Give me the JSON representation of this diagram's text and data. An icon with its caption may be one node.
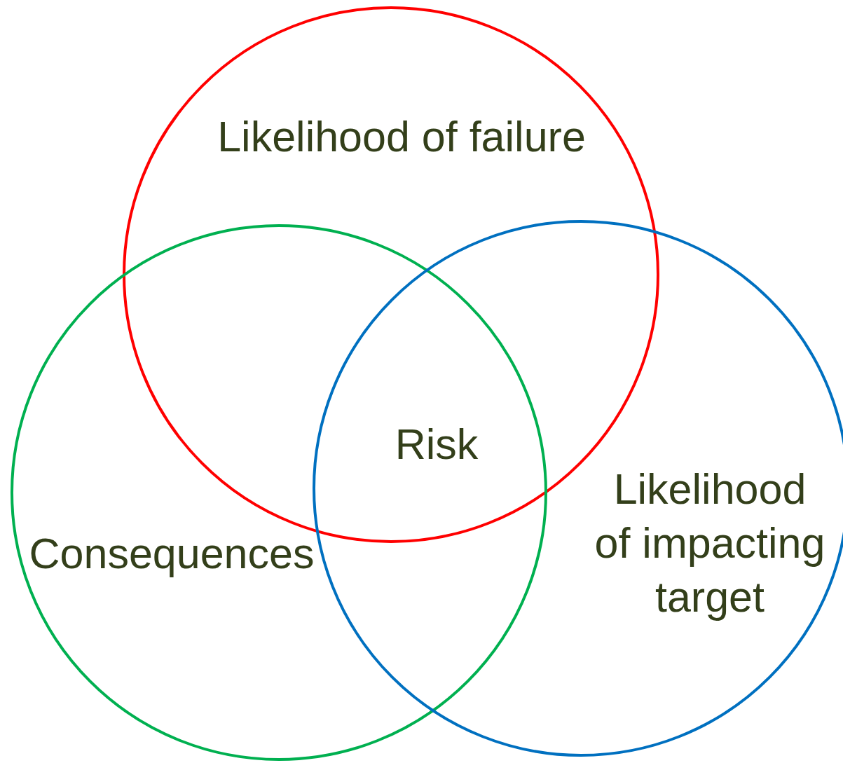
{
  "diagram": {
    "nodes": [
      {
        "text": [
          "Likelihood of failure"
        ]
      },
      {
        "text": [
          "Consequences"
        ]
      },
      {
        "text": [
          "Likelihood of impacting target"
        ]
      }
    ],
    "labels": [
      "Risk"
    ]
  }
}
